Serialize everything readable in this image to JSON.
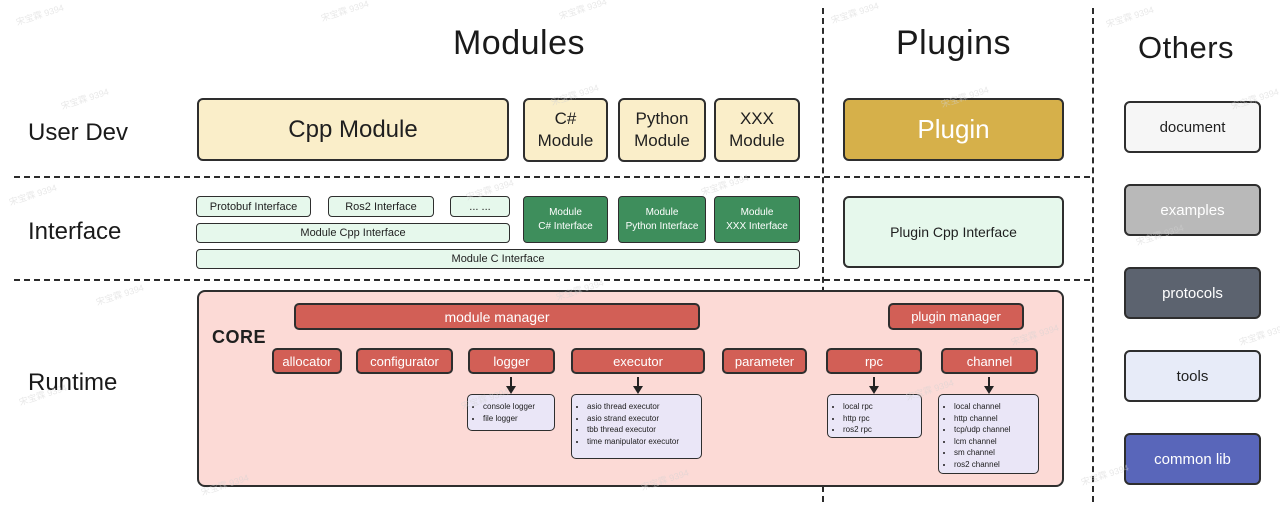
{
  "watermark": "宋宝霖 9394",
  "headers": {
    "modules": "Modules",
    "plugins": "Plugins",
    "others": "Others"
  },
  "row_labels": {
    "user_dev": "User Dev",
    "interface": "Interface",
    "runtime": "Runtime"
  },
  "modules": {
    "cpp": "Cpp Module",
    "csharp": "C#\nModule",
    "python": "Python\nModule",
    "xxx": "XXX\nModule"
  },
  "plugins": {
    "plugin": "Plugin",
    "plugin_cpp_interface": "Plugin Cpp Interface"
  },
  "interface": {
    "protobuf": "Protobuf Interface",
    "ros2": "Ros2 Interface",
    "more": "... ...",
    "module_cpp": "Module Cpp Interface",
    "module_c": "Module C Interface",
    "module_csharp": "Module\nC# Interface",
    "module_python": "Module\nPython Interface",
    "module_xxx": "Module\nXXX Interface"
  },
  "runtime": {
    "core": "CORE",
    "module_manager": "module manager",
    "plugin_manager": "plugin manager",
    "components": [
      "allocator",
      "configurator",
      "logger",
      "executor",
      "parameter",
      "rpc",
      "channel"
    ],
    "logger_items": [
      "console logger",
      "file logger"
    ],
    "executor_items": [
      "asio thread executor",
      "asio strand executor",
      "tbb thread executor",
      "time manipulator executor"
    ],
    "rpc_items": [
      "local rpc",
      "http rpc",
      "ros2 rpc"
    ],
    "channel_items": [
      "local channel",
      "http channel",
      "tcp/udp channel",
      "lcm channel",
      "sm channel",
      "ros2 channel"
    ]
  },
  "others": {
    "items": [
      "document",
      "examples",
      "protocols",
      "tools",
      "common lib"
    ]
  },
  "colors": {
    "module_fill": "#faeec9",
    "plugin_fill": "#d6b04a",
    "interface_light": "#e6f8ec",
    "interface_green": "#3e8e5c",
    "core_fill": "#fcdad6",
    "component_red": "#d25f56",
    "detail_lavender": "#eae6f7",
    "others_document": "#f6f6f6",
    "others_examples": "#b9b9b9",
    "others_protocols": "#5c636f",
    "others_tools": "#e7ebf8",
    "others_common_lib": "#5966ba"
  }
}
